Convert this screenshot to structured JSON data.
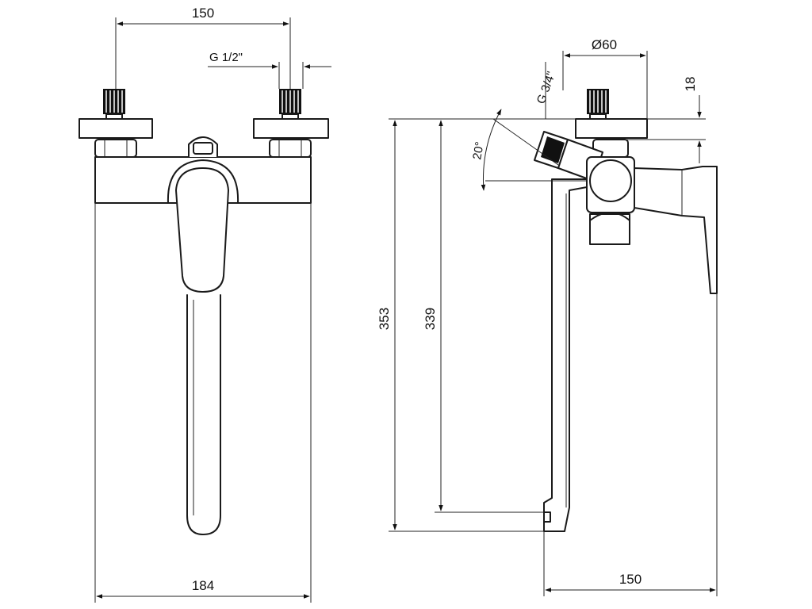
{
  "dimensions": {
    "front_inlet_spacing": "150",
    "front_inlet_thread": "G 1/2\"",
    "front_width": "184",
    "side_diameter": "Ø60",
    "side_outlet_thread": "G 3/4\"",
    "side_height_top": "18",
    "side_angle": "20°",
    "side_total_height": "353",
    "side_spout_height": "339",
    "side_projection": "150"
  }
}
